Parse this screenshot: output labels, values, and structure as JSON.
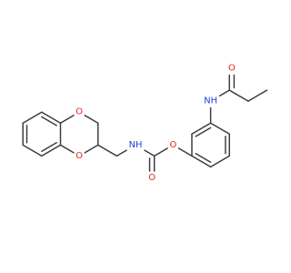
{
  "molecule": {
    "atoms": [
      {
        "id": "O_ring_upper",
        "element": "O"
      },
      {
        "id": "O_ring_lower",
        "element": "O"
      },
      {
        "id": "N_amide_left",
        "element": "NH"
      },
      {
        "id": "O_carbonyl_left",
        "element": "O"
      },
      {
        "id": "O_ether",
        "element": "O"
      },
      {
        "id": "N_amide_right",
        "element": "NH"
      },
      {
        "id": "O_carbonyl_right",
        "element": "O"
      }
    ]
  },
  "colors": {
    "oxygen": "#e2231a",
    "nitrogen": "#1f3fd6",
    "bond": "#3a3a3a",
    "background": "#ffffff"
  }
}
